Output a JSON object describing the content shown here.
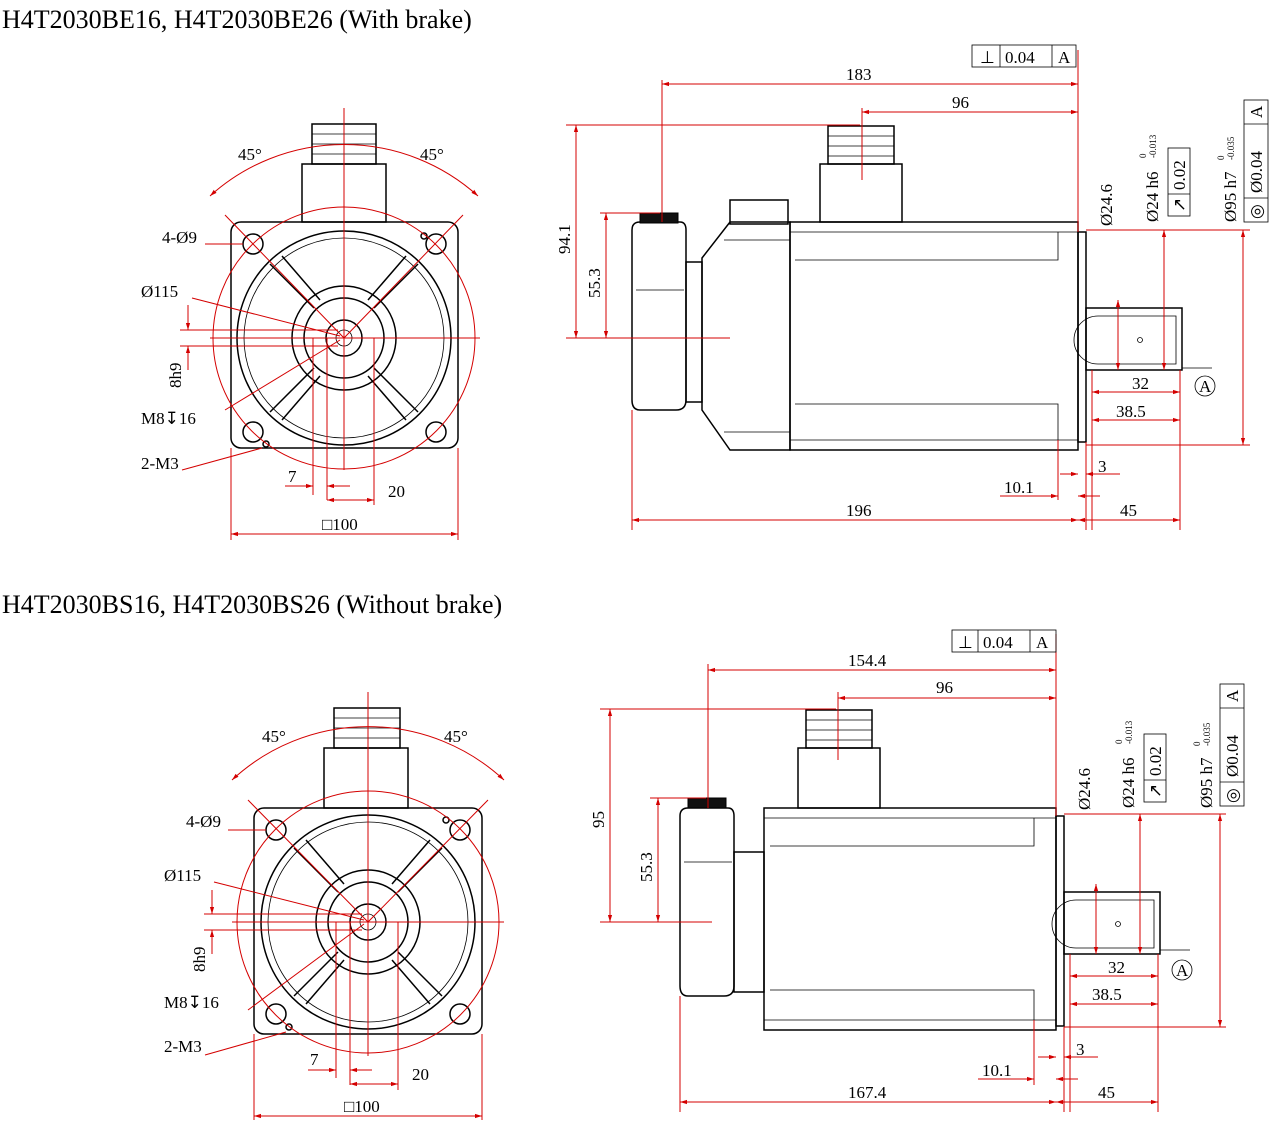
{
  "views": [
    {
      "title": "H4T2030BE16, H4T2030BE26 (With brake)",
      "front": {
        "angle_left": "45°",
        "angle_right": "45°",
        "holes": "4-Ø9",
        "pcd": "Ø115",
        "key": "8h9",
        "tap": "M8↧16",
        "aux": "2-M3",
        "d7": "7",
        "d20": "20",
        "square": "□100"
      },
      "side": {
        "tol": [
          "⊥",
          "0.04",
          "A"
        ],
        "len_top": "183",
        "len_96": "96",
        "h1": "94.1",
        "h2": "55.3",
        "d_small": "Ø24.6",
        "d_shaft": "Ø24 h6",
        "d_shaft_tol_up": "0",
        "d_shaft_tol_lo": "-0.013",
        "runout": [
          "↗",
          "0.02"
        ],
        "d_pilot": "Ø95 h7",
        "d_pilot_tol_up": "0",
        "d_pilot_tol_lo": "-0.035",
        "conc": [
          "◎",
          "Ø0.04",
          "A"
        ],
        "key_len": "32",
        "shaft_len": "38.5",
        "datum": "A",
        "flange": "3",
        "flange2": "10.1",
        "body_len": "196",
        "shaft_total": "45"
      }
    },
    {
      "title": "H4T2030BS16, H4T2030BS26 (Without brake)",
      "front": {
        "angle_left": "45°",
        "angle_right": "45°",
        "holes": "4-Ø9",
        "pcd": "Ø115",
        "key": "8h9",
        "tap": "M8↧16",
        "aux": "2-M3",
        "d7": "7",
        "d20": "20",
        "square": "□100"
      },
      "side": {
        "tol": [
          "⊥",
          "0.04",
          "A"
        ],
        "len_top": "154.4",
        "len_96": "96",
        "h1": "95",
        "h2": "55.3",
        "d_small": "Ø24.6",
        "d_shaft": "Ø24 h6",
        "d_shaft_tol_up": "0",
        "d_shaft_tol_lo": "-0.013",
        "runout": [
          "↗",
          "0.02"
        ],
        "d_pilot": "Ø95 h7",
        "d_pilot_tol_up": "0",
        "d_pilot_tol_lo": "-0.035",
        "conc": [
          "◎",
          "Ø0.04",
          "A"
        ],
        "key_len": "32",
        "shaft_len": "38.5",
        "datum": "A",
        "flange": "3",
        "flange2": "10.1",
        "body_len": "167.4",
        "shaft_total": "45"
      }
    }
  ],
  "colors": {
    "dimension": "#d40000",
    "outline": "#000000"
  }
}
